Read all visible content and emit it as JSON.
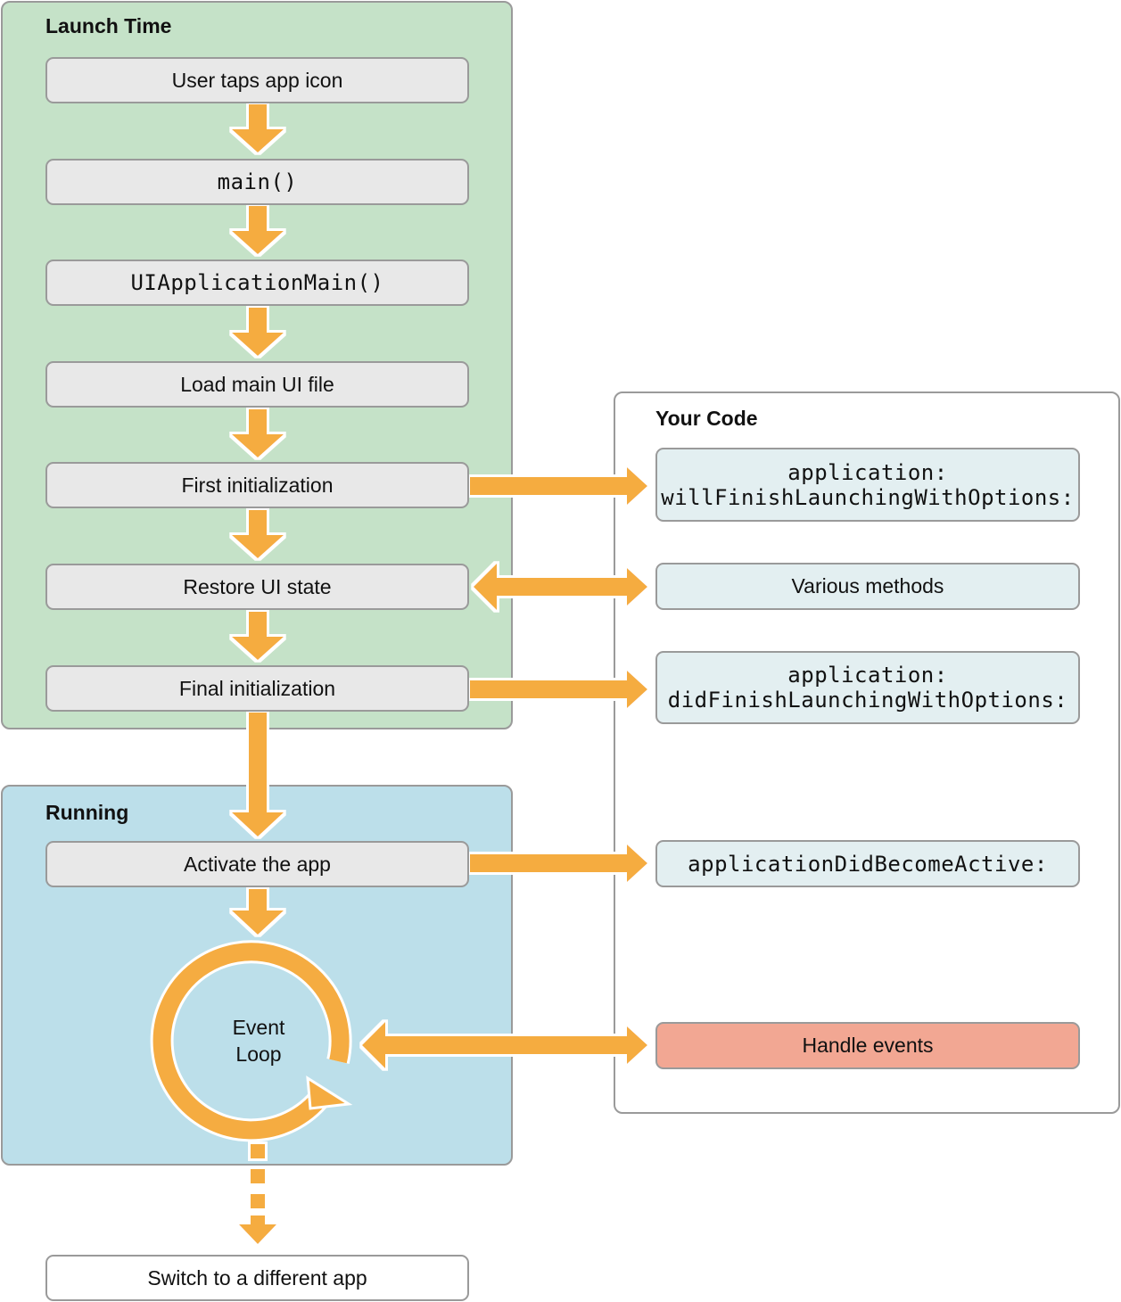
{
  "launch": {
    "title": "Launch Time",
    "steps": [
      "User taps app icon",
      "main()",
      "UIApplicationMain()",
      "Load main UI file",
      "First initialization",
      "Restore UI state",
      "Final initialization"
    ]
  },
  "running": {
    "title": "Running",
    "activate": "Activate the app",
    "loop_line1": "Event",
    "loop_line2": "Loop"
  },
  "switch_app": "Switch to a different app",
  "your_code": {
    "title": "Your Code",
    "will_line1": "application:",
    "will_line2": "willFinishLaunchingWithOptions:",
    "various": "Various methods",
    "did_line1": "application:",
    "did_line2": "didFinishLaunchingWithOptions:",
    "become_active": "applicationDidBecomeActive:",
    "handle_events": "Handle events"
  },
  "colors": {
    "launch_panel": "#c5e2c8",
    "running_panel": "#bcdfea",
    "arrow": "#f5ac41",
    "handle_events": "#f2a793"
  }
}
